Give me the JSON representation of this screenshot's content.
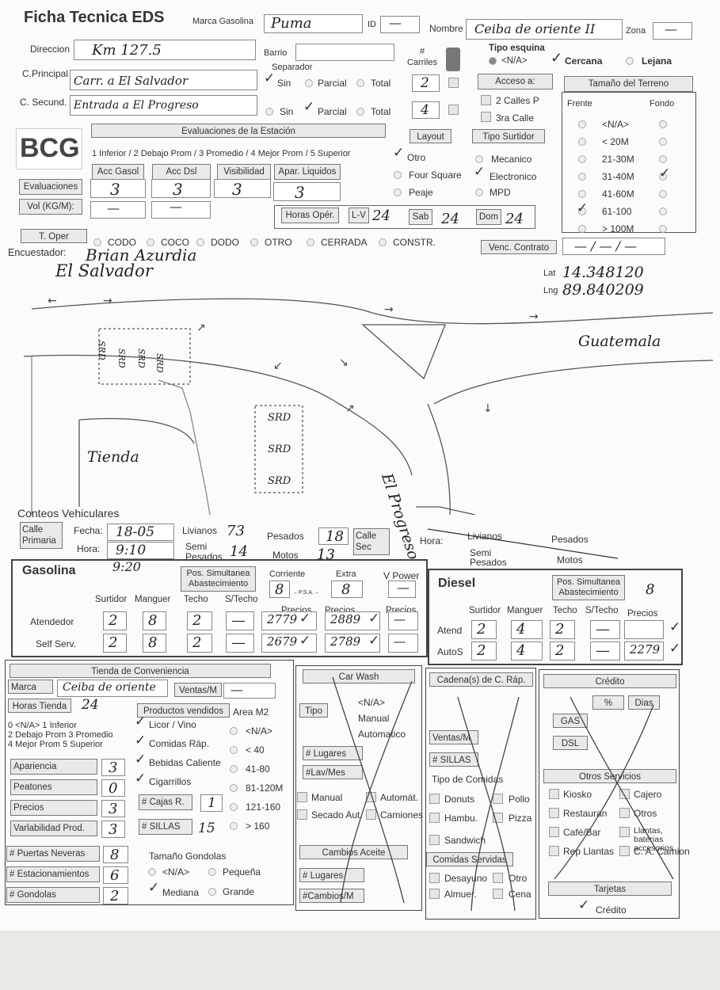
{
  "title": "Ficha Tecnica EDS",
  "header": {
    "marca_label": "Marca Gasolina",
    "marca": "Puma",
    "id_label": "ID",
    "id_val": "—",
    "nombre_label": "Nombre",
    "nombre": "Ceiba de oriente II",
    "zona_label": "Zona",
    "zona_val": "—",
    "direccion_label": "Direccion",
    "direccion": "Km 127.5",
    "barrio_label": "Barrio",
    "carriles_label": "# Carriles",
    "separador_label": "Separador",
    "tipo_esquina_label": "Tipo esquina",
    "esq_na": "<N/A>",
    "esq_cercana": "Cercana",
    "esq_lejana": "Lejana",
    "cprincipal_label": "C.Principal",
    "cprincipal": "Carr. a El Salvador",
    "sin": "Sin",
    "parcial": "Parcial",
    "total": "Total",
    "carriles1": "2",
    "csecund_label": "C. Secund.",
    "csecund": "Entrada a El Progreso",
    "carriles2": "4",
    "acceso_label": "Acceso a:",
    "acceso_opts": [
      "2 Calles P",
      "3ra Calle"
    ]
  },
  "terreno": {
    "title": "Tamaño del Terreno",
    "frente": "Frente",
    "fondo": "Fondo",
    "rows": [
      "<N/A>",
      "< 20M",
      "21-30M",
      "31-40M",
      "41-60M",
      "61-100",
      "> 100M"
    ]
  },
  "eval": {
    "logo": "BCG",
    "title": "Evaluaciones de la Estación",
    "scale": "1 Inferior / 2 Debajo Prom / 3 Promedio / 4 Mejor Prom / 5 Superior",
    "cols": [
      "Acc Gasol",
      "Acc Dsl",
      "Visibilidad",
      "Apar. Liquidos"
    ],
    "row_label": "Evaluaciones",
    "vals": [
      "3",
      "3",
      "3",
      "3"
    ],
    "vol_label": "Vol (KG/M):",
    "vol_vals": [
      "—",
      "—"
    ],
    "layout_label": "Layout",
    "layout_opts": [
      "Otro",
      "Four Square",
      "Peaje"
    ],
    "surtidor_label": "Tipo Surtidor",
    "surtidor_opts": [
      "Mecanico",
      "Electronico",
      "MPD"
    ],
    "horas_label": "Horas Opér.",
    "lv": "L-V",
    "lv_val": "24",
    "sab": "Sab",
    "sab_val": "24",
    "dom": "Dom",
    "dom_val": "24"
  },
  "oper": {
    "label": "T. Oper",
    "opts": [
      "CODO",
      "COCO",
      "DODO",
      "OTRO",
      "CERRADA",
      "CONSTR."
    ],
    "venc_label": "Venc. Contrato",
    "venc_val": "— / — / —",
    "encuestador_label": "Encuestador:",
    "encuestador": "Brian Azurdia"
  },
  "map": {
    "left_place": "El Salvador",
    "right_place": "Guatemala",
    "road": "El Progreso",
    "store": "Tienda",
    "lat_label": "Lat",
    "lat": "14.348120",
    "lng_label": "Lng",
    "lng": "89.840209",
    "pump": "SRD"
  },
  "conteos": {
    "title": "Conteos Vehiculares",
    "calle1": "Calle Primaria",
    "fecha_label": "Fecha:",
    "fecha": "18-05",
    "hora_label": "Hora:",
    "hora": "9:10",
    "livianos": "Livianos",
    "livianos_val": "73",
    "semi": "Semi Pesados",
    "semi_val": "14",
    "pesados": "Pesados",
    "pesados_val": "18",
    "motos": "Motos",
    "motos_val": "13",
    "calle2": "Calle Sec",
    "hora2": "Hora:"
  },
  "gasolina": {
    "title": "Gasolina",
    "time": "9:20",
    "pos_label": "Pos. Simultanea Abastecimiento",
    "corriente": "Corriente",
    "extra": "Extra",
    "vpower": "V Power",
    "corriente_val": "8",
    "psa": "←P.S.A.→",
    "extra_val": "8",
    "vpower_val": "—",
    "cols": [
      "Surtidor",
      "Manguer",
      "Techo",
      "S/Techo",
      "Precios",
      "Precios",
      "Precios"
    ],
    "rows": [
      {
        "label": "Atendedor",
        "vals": [
          "2",
          "8",
          "2",
          "—",
          "2779",
          "2889",
          "—"
        ]
      },
      {
        "label": "Self Serv.",
        "vals": [
          "2",
          "8",
          "2",
          "—",
          "2679",
          "2789",
          "—"
        ]
      }
    ]
  },
  "diesel": {
    "title": "Diesel",
    "pos_label": "Pos. Simultanea Abastecimiento",
    "pos_val": "8",
    "cols": [
      "Surtidor",
      "Manguer",
      "Techo",
      "S/Techo",
      "Precios"
    ],
    "rows": [
      {
        "label": "Atend",
        "vals": [
          "2",
          "4",
          "2",
          "—",
          ""
        ]
      },
      {
        "label": "AutoS",
        "vals": [
          "2",
          "4",
          "2",
          "—",
          "2279"
        ]
      }
    ]
  },
  "tienda": {
    "title": "Tienda de Conveniencia",
    "marca_label": "Marca",
    "marca": "Ceiba de oriente",
    "ventas_label": "Ventas/M",
    "ventas_val": "—",
    "horas_label": "Horas Tienda",
    "horas": "24",
    "productos_label": "Productos vendidos",
    "area_label": "Area M2",
    "scale": [
      "0 <N/A>  1 Inferior",
      "2 Debajo Prom 3 Promedio",
      "4 Mejor Prom 5 Superior"
    ],
    "productos": [
      "Licor / Vino",
      "Comidas Ráp.",
      "Bebidas Caliente",
      "Cigarrillos"
    ],
    "areas": [
      "<N/A>",
      "< 40",
      "41-80",
      "81-120M",
      "121-160",
      "> 160"
    ],
    "attrs": [
      {
        "label": "Apariencia",
        "val": "3"
      },
      {
        "label": "Peatones",
        "val": "0"
      },
      {
        "label": "Precios",
        "val": "3"
      },
      {
        "label": "Varlabilidad Prod.",
        "val": "3"
      }
    ],
    "cajas_label": "# Cajas R.",
    "cajas": "1",
    "sillas_label": "# SILLAS",
    "sillas": "15",
    "bottom": [
      {
        "label": "# Puertas Neveras",
        "val": "8"
      },
      {
        "label": "# Estacionamientos",
        "val": "6"
      },
      {
        "label": "# Gondolas",
        "val": "2"
      }
    ],
    "gondolas_label": "Tamaño Gondolas",
    "gondolas_opts": [
      "<N/A>",
      "Pequeña",
      "Mediana",
      "Grande"
    ]
  },
  "carwash": {
    "title": "Car Wash",
    "tipo": "Tipo",
    "opts": [
      "<N/A>",
      "Manual",
      "Automatico"
    ],
    "lugares": "# Lugares",
    "lav": "#Lav/Mes",
    "checks": [
      "Manual",
      "Automát.",
      "Secado Aut.",
      "Camiones"
    ],
    "cambios": "Cambios Aceite",
    "lugares2": "# Lugares",
    "cambios_m": "#Cambios/M"
  },
  "cadena": {
    "title": "Cadena(s) de C. Ráp.",
    "ventas": "Ventas/M",
    "sillas": "# SILLAS",
    "tipo": "Tipo de Comidas",
    "items": [
      "Donuts",
      "Pollo",
      "Hambu.",
      "Pizza",
      "Sandwich"
    ],
    "servidas": "Comidas Servidas",
    "serv_items": [
      "Desayuno",
      "Otro",
      "Almuer.",
      "Cena"
    ]
  },
  "credito": {
    "title": "Crédito",
    "pct": "%",
    "dias": "Dias",
    "gas": "GAS",
    "dsl": "DSL",
    "otros": "Otros Servicios",
    "items": [
      "Kiosko",
      "Cajero",
      "Restauran",
      "Otros",
      "Café/Bar",
      "Llantas, baterias accesorios",
      "Rep Llantas",
      "C. A. Camion"
    ],
    "tarjetas": "Tarjetas",
    "credito_opt": "Crédito"
  }
}
